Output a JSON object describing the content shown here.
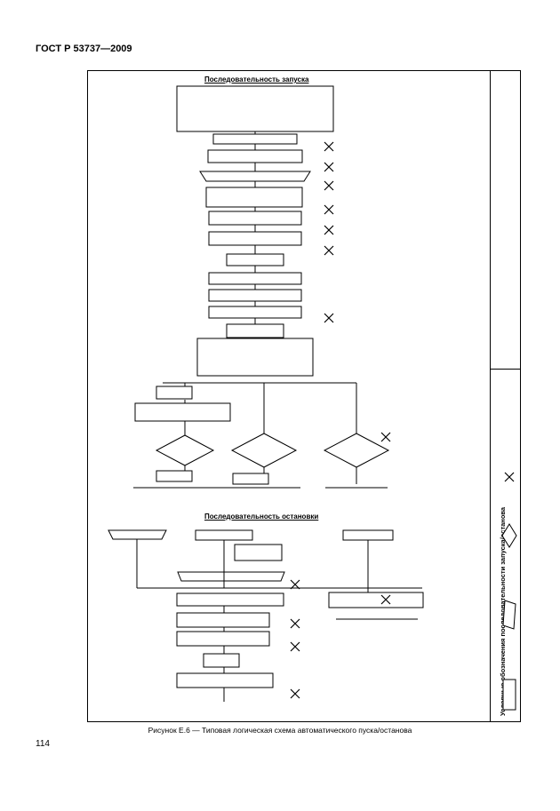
{
  "header": {
    "doc_code": "ГОСТ Р 53737—2009"
  },
  "diagram": {
    "start_section": "Последовательность запуска",
    "stop_section": "Последовательность остановки",
    "side_title": "Условные обозначения последовательности запуска/останова"
  },
  "caption": "Рисунок Е.6 — Типовая логическая схема автоматического пуска/останова",
  "page_number": "114"
}
